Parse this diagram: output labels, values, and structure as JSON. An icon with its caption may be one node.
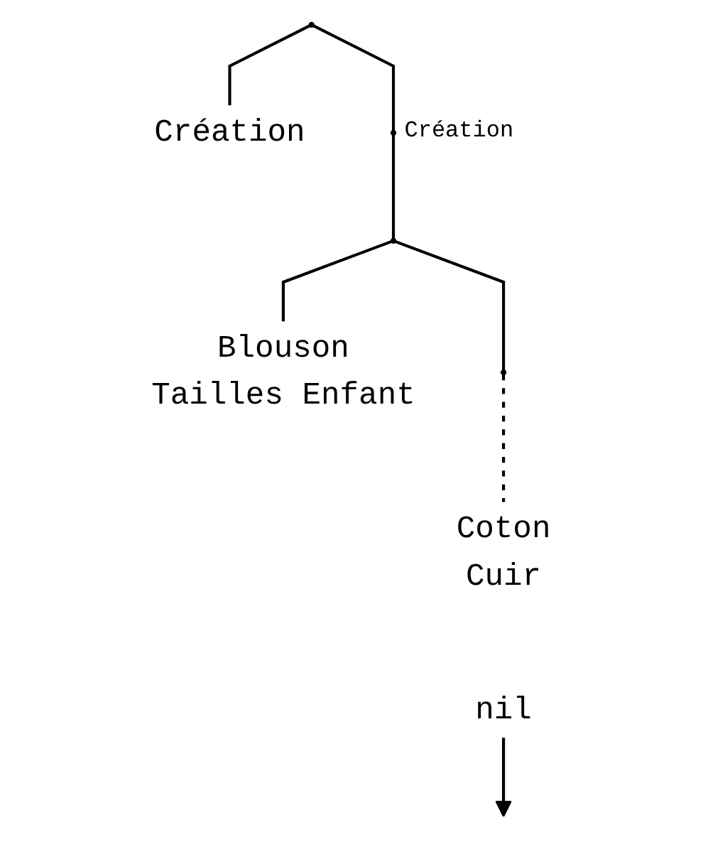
{
  "diagram": {
    "nodes": [
      {
        "text": [],
        "shape": "circle"
      },
      {
        "text": [
          "Création"
        ]
      },
      {
        "text": [],
        "shape": "circle",
        "beside": [
          "Création"
        ]
      },
      {
        "text": [],
        "shape": "circle"
      },
      {
        "text": [
          "Blouson",
          "Tailles Enfant"
        ]
      },
      {
        "text": [],
        "shape": "circle"
      },
      {
        "text": [
          "Coton",
          "Cuir"
        ]
      },
      {
        "text": [
          "nil"
        ]
      }
    ],
    "edges": [
      {
        "from": 0,
        "to": 1,
        "arrow": "none"
      },
      {
        "from": 0,
        "to": 2,
        "arrow": "none"
      },
      {
        "from": 2,
        "to": 3,
        "arrow": "none"
      },
      {
        "from": 3,
        "to": 4,
        "arrow": "none"
      },
      {
        "from": 3,
        "to": 5,
        "arrow": "none"
      },
      {
        "from": 5,
        "to": 6,
        "arrow": "none",
        "style": "dashed"
      },
      {
        "from": 7,
        "to": null,
        "arrow": "to"
      }
    ]
  }
}
